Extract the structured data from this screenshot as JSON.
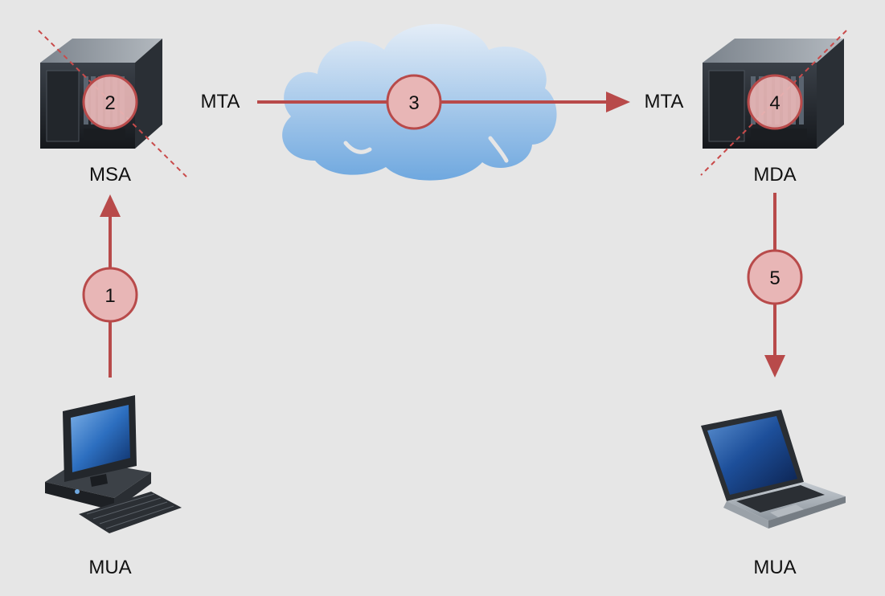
{
  "labels": {
    "msa": "MSA",
    "mta_send": "MTA",
    "mta_recv": "MTA",
    "mda": "MDA",
    "mua_sender": "MUA",
    "mua_receiver": "MUA"
  },
  "steps": [
    "1",
    "2",
    "3",
    "4",
    "5"
  ],
  "colors": {
    "background": "#e6e6e6",
    "arrow": "#b84a4a",
    "step_fill": "#e8b6b6",
    "step_stroke": "#b84a4a",
    "dashed": "#c94b4b",
    "cloud_top": "#e4edf7",
    "cloud_bottom": "#6fa8df"
  },
  "icons": {
    "msa": "server-icon",
    "mda": "server-icon",
    "mua_sender": "desktop-computer-icon",
    "mua_receiver": "laptop-icon",
    "network": "cloud-icon"
  }
}
